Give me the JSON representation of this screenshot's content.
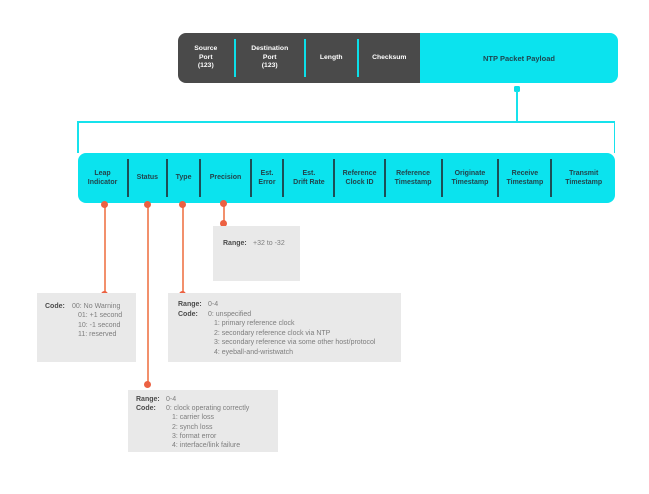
{
  "colors": {
    "cyan": "#0be3ee",
    "dark_gray": "#4a4a4a",
    "orange_dot": "#ec6142",
    "orange_line": "#f2906c",
    "callout_bg": "#e9e9e9"
  },
  "header": {
    "fields": [
      "Source\nPort\n(123)",
      "Destination\nPort\n(123)",
      "Length",
      "Checksum"
    ],
    "payload": "NTP Packet Payload"
  },
  "packet_fields": [
    "Leap\nIndicator",
    "Status",
    "Type",
    "Precision",
    "Est.\nError",
    "Est.\nDrift Rate",
    "Reference\nClock ID",
    "Reference\nTimestamp",
    "Originate\nTimestamp",
    "Receive\nTimestamp",
    "Transmit\nTimestamp"
  ],
  "callouts": {
    "leap_indicator": {
      "lines": [
        {
          "label": "Code:",
          "text": "00: No Warning"
        },
        {
          "label": "",
          "text": "01: +1 second"
        },
        {
          "label": "",
          "text": "10: -1 second"
        },
        {
          "label": "",
          "text": "11: reserved"
        }
      ]
    },
    "status": {
      "lines": [
        {
          "label": "Range:",
          "text": "0-4"
        },
        {
          "label": "Code:",
          "text": "0: clock operating correctly"
        },
        {
          "label": "",
          "text": "1: carrier loss"
        },
        {
          "label": "",
          "text": "2: synch loss"
        },
        {
          "label": "",
          "text": "3: format error"
        },
        {
          "label": "",
          "text": "4: interface/link failure"
        }
      ]
    },
    "type": {
      "lines": [
        {
          "label": "Range:",
          "text": "0-4"
        },
        {
          "label": "Code:",
          "text": "0: unspecified"
        },
        {
          "label": "",
          "text": "1: primary reference clock"
        },
        {
          "label": "",
          "text": "2: secondary reference clock via NTP"
        },
        {
          "label": "",
          "text": "3: secondary reference via some other host/protocol"
        },
        {
          "label": "",
          "text": "4: eyeball-and-wristwatch"
        }
      ]
    },
    "precision": {
      "lines": [
        {
          "label": "Range:",
          "text": "+32 to -32"
        }
      ]
    }
  }
}
